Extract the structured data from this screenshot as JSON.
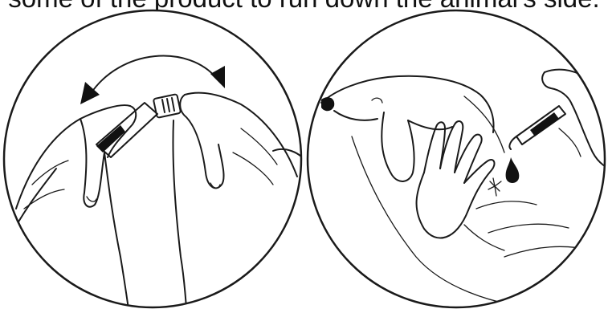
{
  "caption": {
    "text": "some of the product to run down the animal's side."
  },
  "illustrations": [
    {
      "id": "left",
      "icon": "snap-applicator-tip-icon"
    },
    {
      "id": "right",
      "icon": "apply-to-dog-skin-icon"
    }
  ],
  "colors": {
    "ink": "#1a1a1a",
    "background": "#ffffff"
  }
}
